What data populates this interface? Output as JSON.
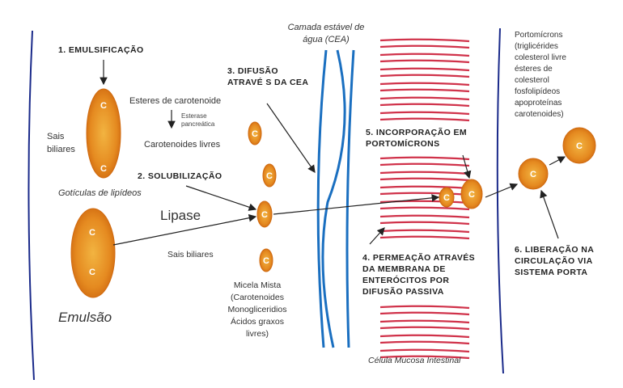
{
  "steps": {
    "s1": "1. EMULSIFICAÇÃO",
    "s2": "2. SOLUBILIZAÇÃO",
    "s3": [
      "3. DIFUSÃO",
      "ATRAVÉ S DA CEA"
    ],
    "s4": [
      "4. PERMEAÇÃO ATRAVÉS",
      "DA MEMBRANA DE",
      "ENTERÓCITOS POR",
      "DIFUSÃO PASSIVA"
    ],
    "s5": [
      "5. INCORPORAÇÃO EM",
      "PORTOMÍCRONS"
    ],
    "s6": [
      "6. LIBERAÇÃO NA",
      "CIRCULAÇÃO VIA",
      "SISTEMA PORTA"
    ]
  },
  "labels": {
    "sais_biliares_left": [
      "Sais",
      "biliares"
    ],
    "goticulas": "Gotículas de lipídeos",
    "emulsao": "Emulsão",
    "esteres": "Esteres de carotenoide",
    "esterase": [
      "Esterase",
      "pancreática"
    ],
    "carotenoides_livres": "Carotenoides livres",
    "lipase": "Lipase",
    "sais_biliares_mid": "Sais biliares",
    "micela": [
      "Micela Mista",
      "(Carotenoides",
      "Monogliceridios",
      "Ácidos graxos",
      "livres)"
    ],
    "cea": [
      "Camada  estável de",
      "água (CEA)"
    ],
    "portomicrons": [
      "Portomícrons",
      "(triglicérides",
      "colesterol livre",
      "ésteres de",
      "colesterol",
      "fosfolipídeos",
      "apoproteínas",
      "carotenoides)"
    ],
    "celula": "Célula Mucosa Intestinal",
    "c": "C"
  },
  "colors": {
    "orange": "#e07b1a",
    "blue": "#1a6fc0",
    "dark_blue": "#1a2a8a",
    "red": "#d0324a"
  }
}
